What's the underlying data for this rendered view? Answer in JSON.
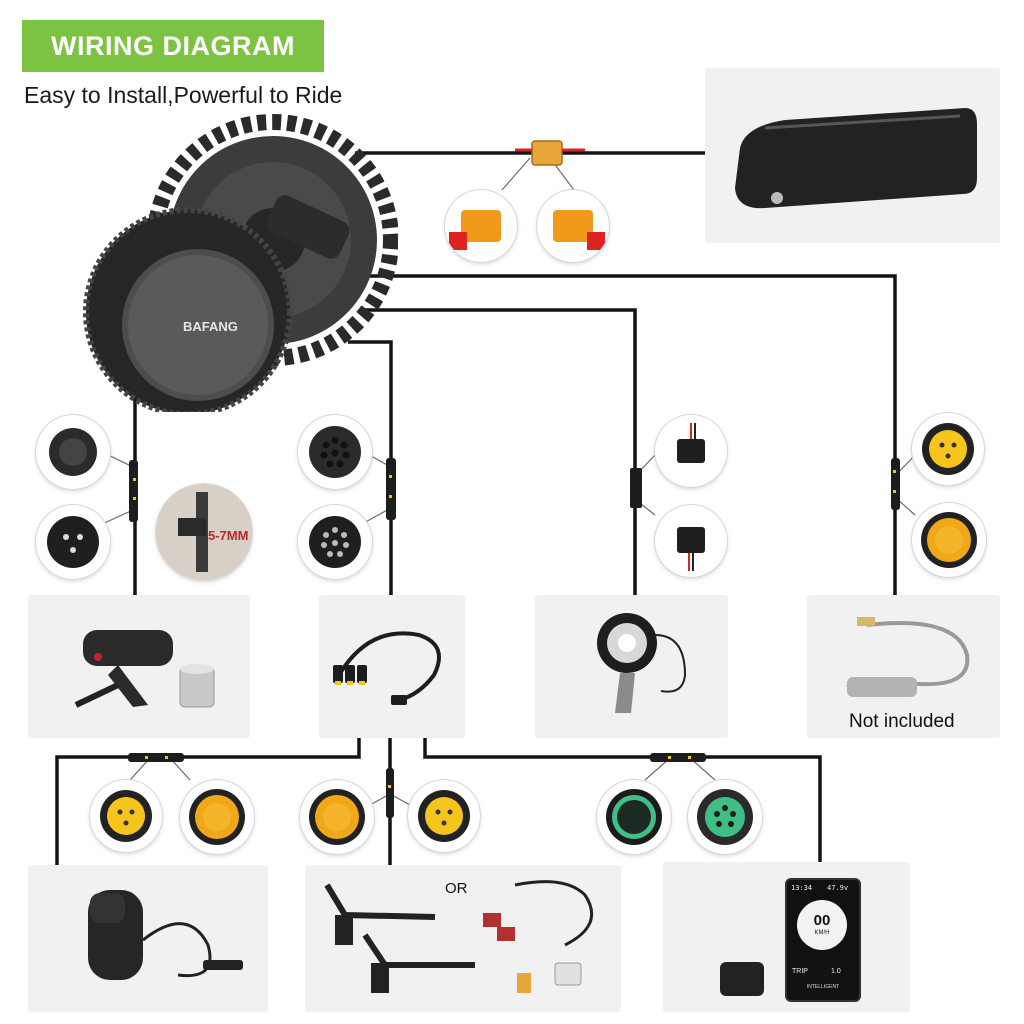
{
  "header": {
    "badge": "WIRING DIAGRAM",
    "subtitle": "Easy to Install,Powerful to Ride"
  },
  "motor": {
    "brand": "BAFANG"
  },
  "speed_sensor": {
    "measurement": "5-7MM"
  },
  "display": {
    "time": "13:34",
    "voltage": "47.9v",
    "speed": "00",
    "unit": "KM/H",
    "trip_label": "TRIP",
    "trip_value": "1.0",
    "brand": "INTELLIGENT"
  },
  "labels": {
    "not_included": "Not included",
    "or": "OR"
  },
  "colors": {
    "badge_green": "#7cc243",
    "connector_yellow": "#f5c51c",
    "connector_orange": "#f0a818",
    "connector_green": "#3fbf86",
    "plug_orange": "#f09a1c"
  }
}
